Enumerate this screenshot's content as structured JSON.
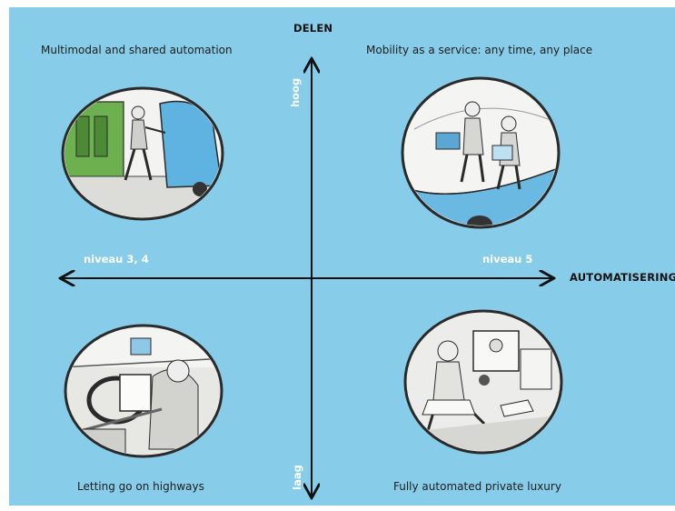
{
  "axes": {
    "vertical_title": "DELEN",
    "horizontal_title": "AUTOMATISERING",
    "vertical_high": "hoog",
    "vertical_low": "laag",
    "horizontal_left": "niveau 3, 4",
    "horizontal_right": "niveau 5"
  },
  "quadrants": {
    "top_left": "Multimodal and shared automation",
    "top_right": "Mobility as a service: any time, any place",
    "bottom_left": "Letting go on highways",
    "bottom_right": "Fully automated private luxury"
  },
  "colors": {
    "background": "#87cde9",
    "axis": "#111111"
  }
}
